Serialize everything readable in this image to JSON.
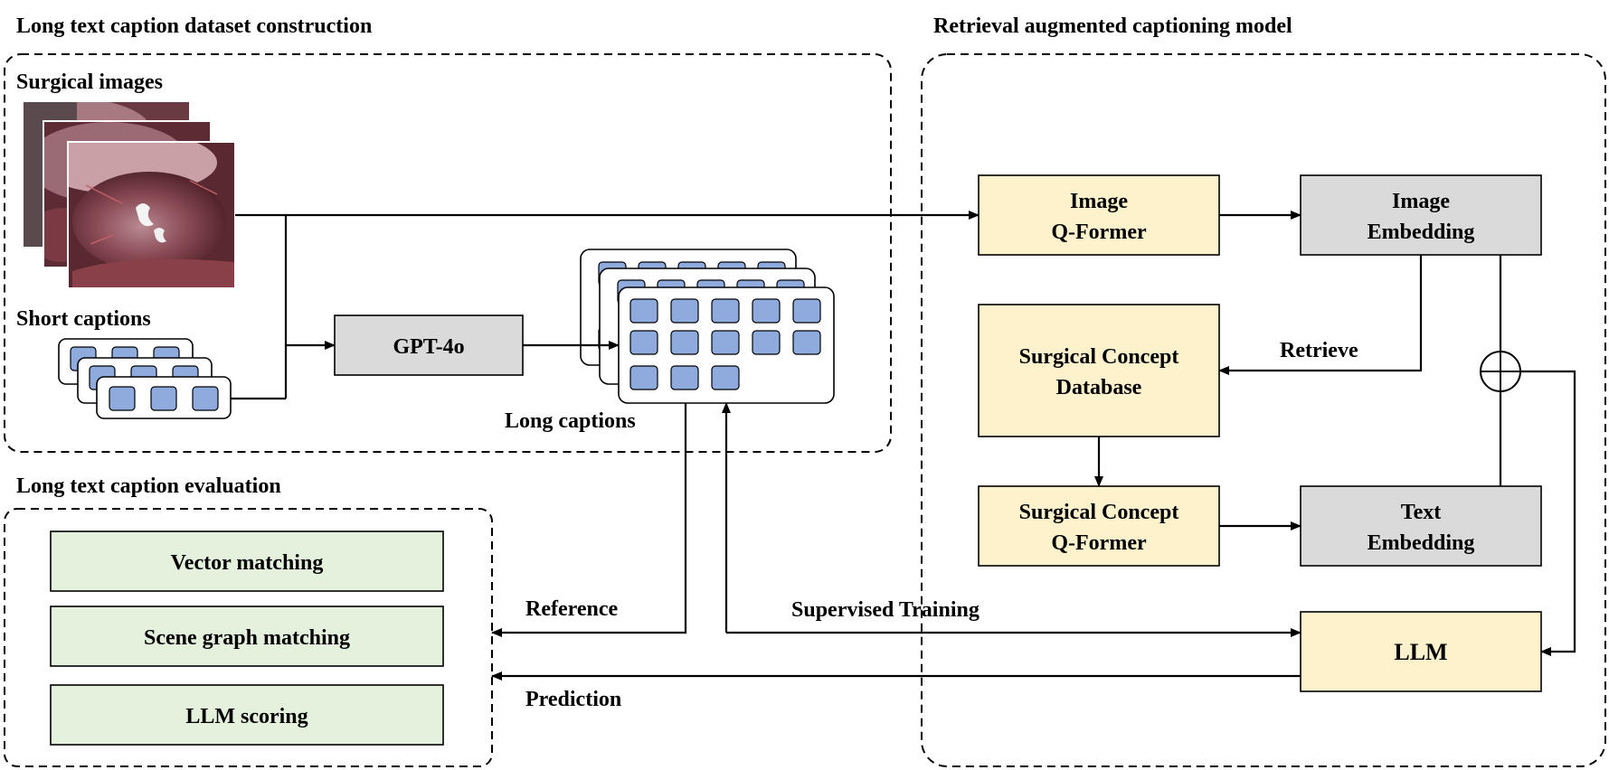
{
  "sections": {
    "dataset_construction": {
      "title": "Long text caption dataset construction"
    },
    "captioning_model": {
      "title": "Retrieval augmented captioning model"
    },
    "evaluation": {
      "title": "Long text caption evaluation"
    }
  },
  "labels": {
    "surgical_images": "Surgical images",
    "short_captions": "Short captions",
    "long_captions": "Long captions"
  },
  "nodes": {
    "gpt4o": "GPT-4o",
    "image_qformer": {
      "line1": "Image",
      "line2": "Q-Former"
    },
    "image_embedding": {
      "line1": "Image",
      "line2": "Embedding"
    },
    "concept_database": {
      "line1": "Surgical Concept",
      "line2": "Database"
    },
    "concept_qformer": {
      "line1": "Surgical Concept",
      "line2": "Q-Former"
    },
    "text_embedding": {
      "line1": "Text",
      "line2": "Embedding"
    },
    "llm": "LLM"
  },
  "metrics": [
    "Vector matching",
    "Scene graph matching",
    "LLM scoring"
  ],
  "edges": {
    "retrieve": "Retrieve",
    "reference": "Reference",
    "supervised_training": "Supervised Training",
    "prediction": "Prediction"
  },
  "colors": {
    "yellow_box": "#fdf2cc",
    "gray_box": "#dadada",
    "green_box": "#e4f1dc",
    "token_blue": "#8faadc",
    "line": "#000000"
  }
}
